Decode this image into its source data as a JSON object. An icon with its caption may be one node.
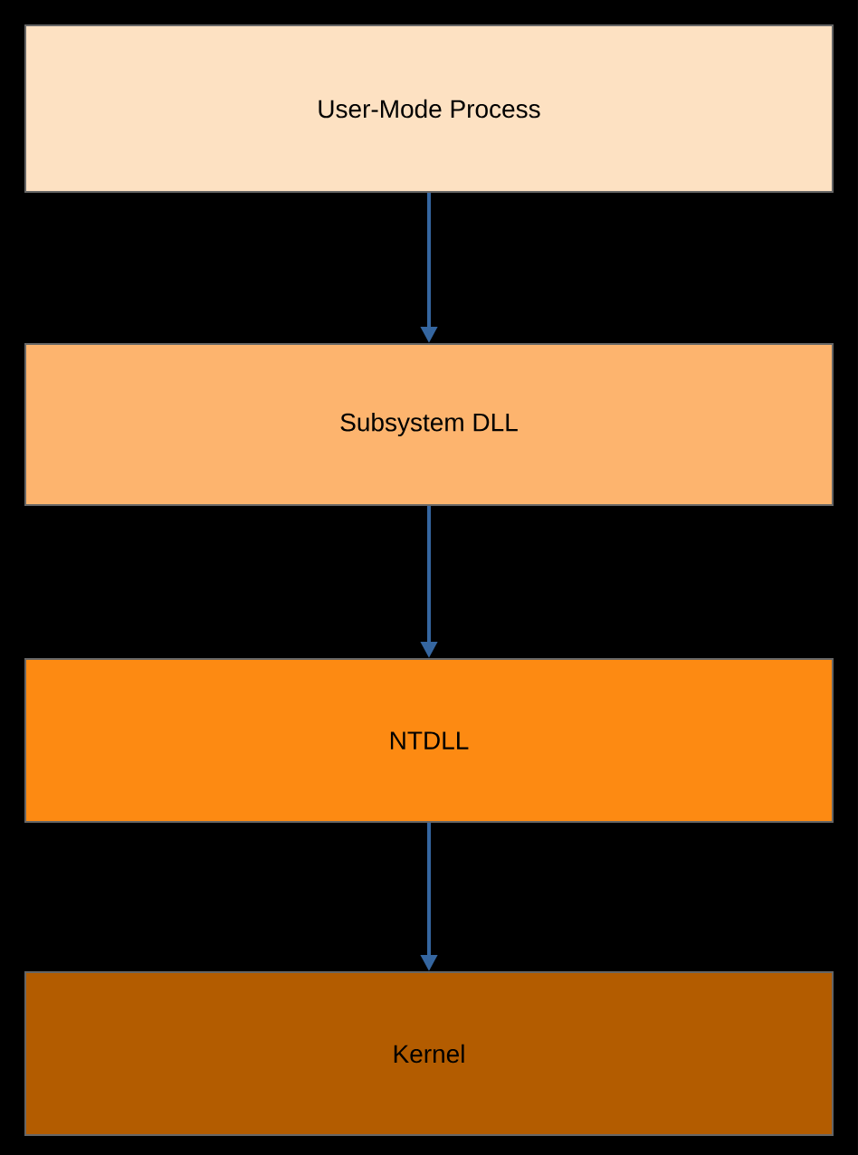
{
  "diagram": {
    "nodes": [
      {
        "text": [
          "User-Mode Process"
        ]
      },
      {
        "text": [
          "Subsystem DLL"
        ]
      },
      {
        "text": [
          "NTDLL"
        ]
      },
      {
        "text": [
          "Kernel"
        ]
      }
    ],
    "edges": [
      {
        "from": 0,
        "to": 1,
        "arrow": "to"
      },
      {
        "from": 1,
        "to": 2,
        "arrow": "to"
      },
      {
        "from": 2,
        "to": 3,
        "arrow": "to"
      }
    ]
  }
}
